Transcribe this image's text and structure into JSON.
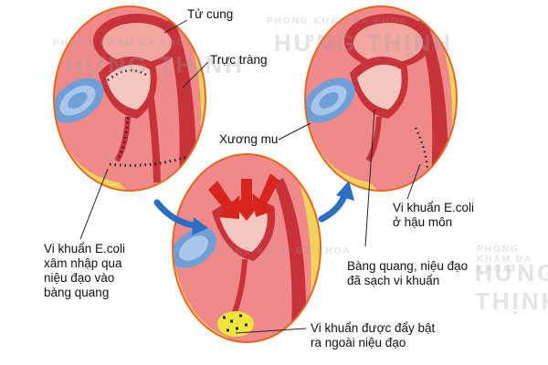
{
  "labels": {
    "uterus": "Tử cung",
    "rectum": "Trực tràng",
    "pubic_bone": "Xương mu",
    "ecoli_entry": "Vi khuẩn E.coli\nxâm nhập qua\nniệu đạo vào\nbàng quang",
    "ecoli_anus": "Vi khuẩn E.coli\nở hậu môn",
    "clean_bladder": "Bàng quang, niệu đạo\nđã sạch vi khuẩn",
    "flushed_out": "Vi khuẩn được đẩy bật\nra ngoài niệu đạo"
  },
  "watermark": {
    "top_line": "PHÒNG KHÁM ĐA KHOA",
    "brand": "HƯNG THỊNH"
  },
  "colors": {
    "body_pink": "#f08a8a",
    "body_dark": "#c8323a",
    "rim_orange": "#e8661c",
    "fat_yellow": "#f2d35a",
    "bladder_blue": "#6f9fd6",
    "arrow_blue": "#2a6fc4",
    "push_red": "#d8241e",
    "bacteria_cluster": "#f0e53a"
  }
}
